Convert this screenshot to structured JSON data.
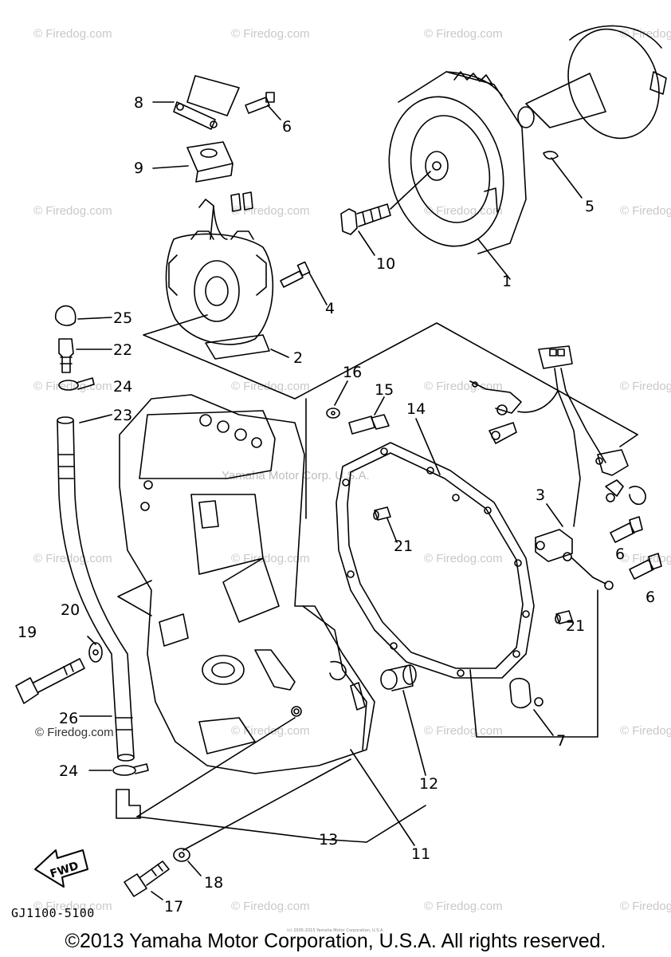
{
  "watermark_text": "© Firedog.com",
  "watermark_text_alt": "© Firedog.com",
  "center_watermark": "Yamaha Motor Corp. U.S.A.",
  "firedog_dark": "© Firedog.com",
  "diagram_code": "GJ1100-5100",
  "copyright": "©2013 Yamaha Motor Corporation, U.S.A. All rights reserved.",
  "fine_print": "(c) 2005-2015 Yamaha Motor Corporation, U.S.A.",
  "fwd_label": "FWD",
  "callouts": {
    "c1": "1",
    "c2": "2",
    "c3": "3",
    "c4": "4",
    "c5": "5",
    "c6a": "6",
    "c6b": "6",
    "c6c": "6",
    "c7": "7",
    "c8": "8",
    "c9": "9",
    "c10": "10",
    "c11": "11",
    "c12": "12",
    "c13": "13",
    "c14": "14",
    "c15": "15",
    "c16": "16",
    "c17": "17",
    "c18": "18",
    "c19": "19",
    "c20": "20",
    "c21a": "21",
    "c21b": "21",
    "c22": "22",
    "c23": "23",
    "c24a": "24",
    "c24b": "24",
    "c25": "25",
    "c26": "26"
  },
  "colors": {
    "line": "#000000",
    "watermark": "#c8c8c8",
    "background": "#ffffff"
  }
}
